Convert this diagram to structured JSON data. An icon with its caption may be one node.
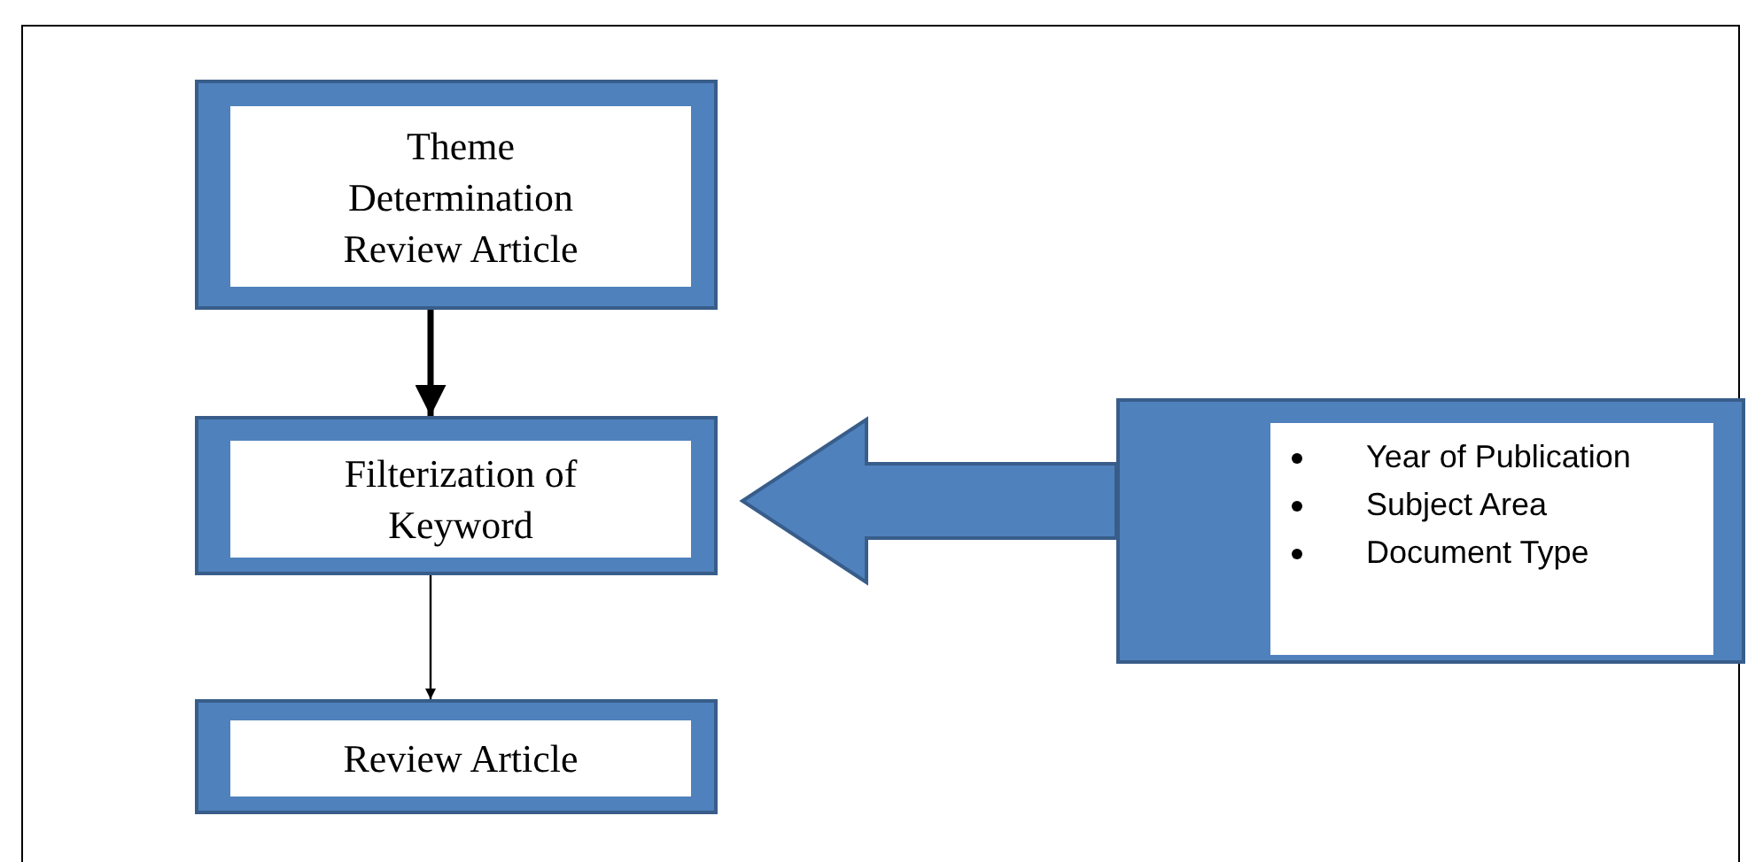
{
  "diagram": {
    "nodes": [
      {
        "text": [
          "Theme Determination Review Article"
        ]
      },
      {
        "text": [
          "Filterization of Keyword"
        ]
      },
      {
        "text": [
          "Review Article"
        ]
      },
      {
        "text": [
          "Year of Publication",
          "Subject Area",
          "Document Type"
        ]
      }
    ],
    "edges": [
      {
        "from": 0,
        "to": 1,
        "arrow": "to",
        "style": "thick"
      },
      {
        "from": 1,
        "to": 2,
        "arrow": "to"
      },
      {
        "from": 3,
        "to": 1,
        "arrow": "to",
        "style": "thick",
        "color": "#4f81bd"
      }
    ]
  }
}
